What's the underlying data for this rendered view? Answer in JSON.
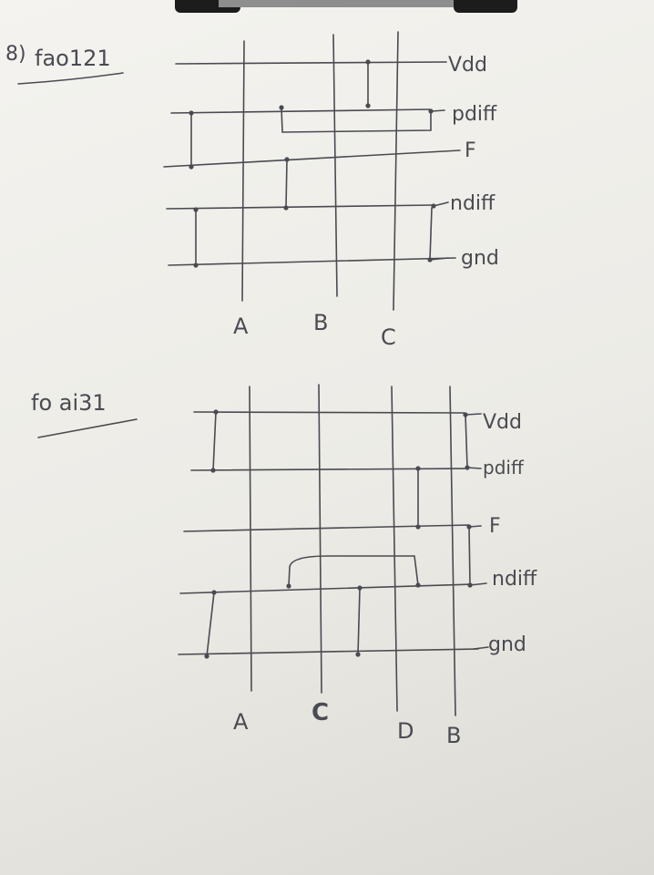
{
  "diagram1": {
    "label_prefix": "8)",
    "title": "fao121",
    "rails": [
      "Vdd",
      "pdiff",
      "F",
      "ndiff",
      "gnd"
    ],
    "inputs": [
      "A",
      "B",
      "C"
    ]
  },
  "diagram2": {
    "title": "fo ai31",
    "rails": [
      "Vdd",
      "pdiff",
      "F",
      "ndiff",
      "gnd"
    ],
    "inputs": [
      "A",
      "C",
      "D",
      "B"
    ]
  },
  "colors": {
    "ink": "#4a4a52",
    "paper": "#f0efeb"
  }
}
